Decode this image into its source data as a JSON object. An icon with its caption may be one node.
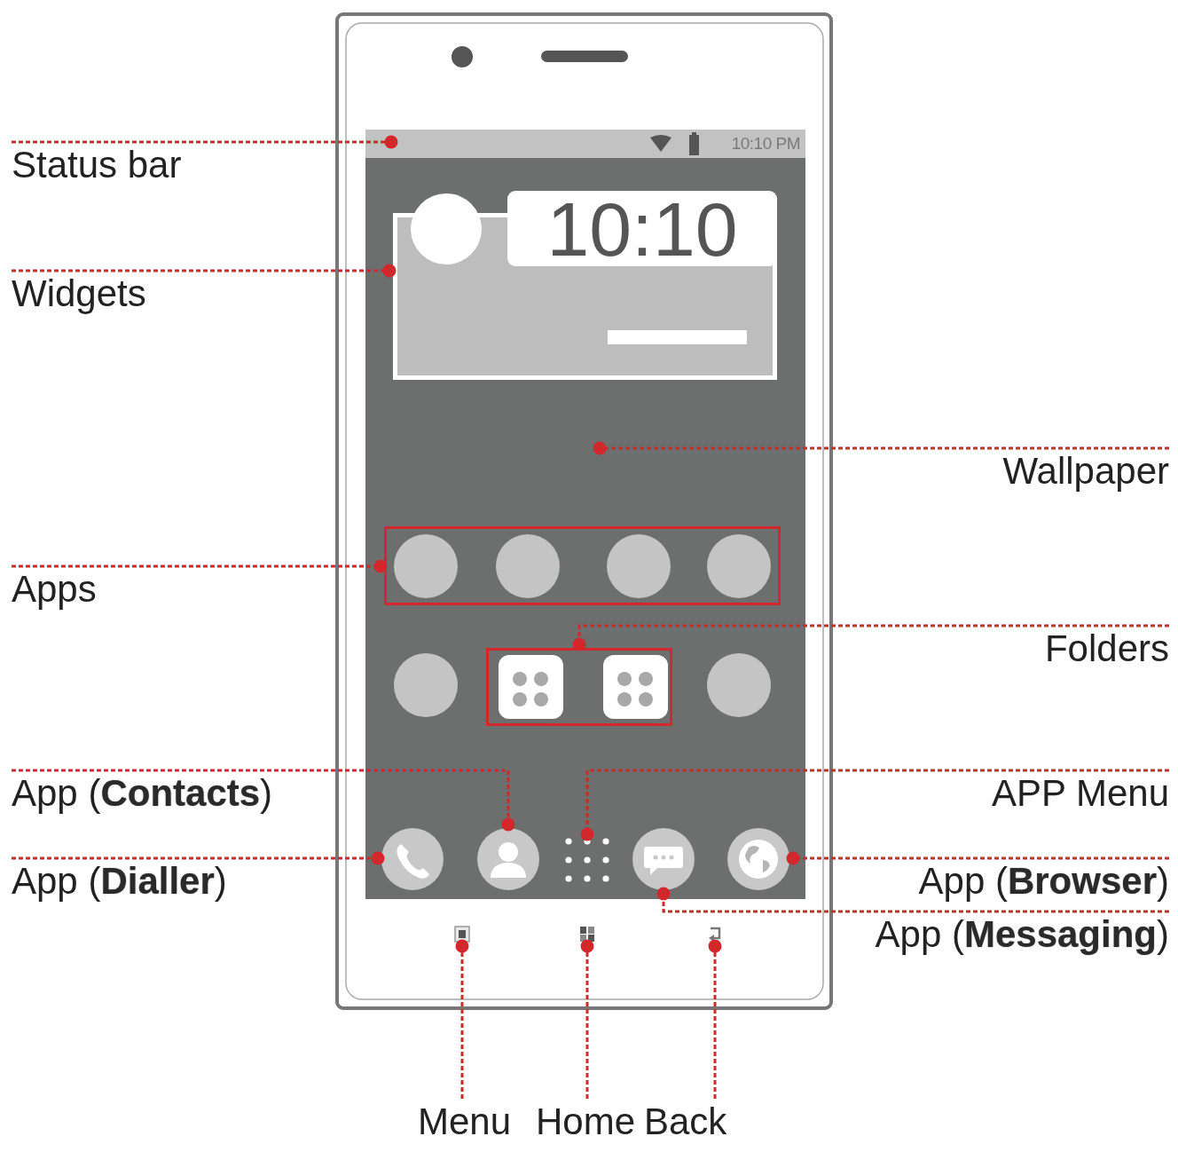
{
  "diagram": {
    "nodes": [
      {
        "text": [
          "Status bar"
        ]
      },
      {
        "text": [
          "Widgets"
        ]
      },
      {
        "text": [
          "Wallpaper"
        ]
      },
      {
        "text": [
          "Apps"
        ]
      },
      {
        "text": [
          "Folders"
        ]
      },
      {
        "text": [
          "App (**Contacts**)"
        ]
      },
      {
        "text": [
          "APP Menu"
        ]
      },
      {
        "text": [
          "App (**Dialler**)"
        ]
      },
      {
        "text": [
          "App (**Browser**)"
        ]
      },
      {
        "text": [
          "App (**Messaging**)"
        ]
      },
      {
        "text": [
          "Menu"
        ]
      },
      {
        "text": [
          "Home"
        ]
      },
      {
        "text": [
          "Back"
        ]
      },
      {
        "text": [],
        "shape": "box"
      },
      {
        "text": [
          "10:10 PM"
        ],
        "in": 13
      },
      {
        "text": [
          "10:10"
        ],
        "in": 13
      },
      {
        "text": [],
        "shape": "box",
        "in": 13
      },
      {
        "text": [],
        "shape": "box",
        "in": 13
      },
      {
        "text": [],
        "shape": "circle",
        "in": 13
      },
      {
        "text": [],
        "shape": "circle",
        "in": 13
      },
      {
        "text": [],
        "shape": "picture",
        "in": 13
      },
      {
        "text": [],
        "shape": "circle",
        "in": 13
      },
      {
        "text": [],
        "shape": "circle",
        "in": 13
      },
      {
        "text": [],
        "shape": "picture"
      },
      {
        "text": [],
        "shape": "picture"
      },
      {
        "text": [],
        "shape": "picture"
      }
    ],
    "edges": [
      {
        "from": 0,
        "to": 14,
        "arrow": "other"
      },
      {
        "from": 1,
        "to": 15,
        "arrow": "other"
      },
      {
        "from": 2,
        "to": 13,
        "arrow": "other"
      },
      {
        "from": 3,
        "to": 16,
        "arrow": "other"
      },
      {
        "from": 4,
        "to": 17,
        "arrow": "other"
      },
      {
        "from": 5,
        "to": 19,
        "arrow": "other"
      },
      {
        "from": 6,
        "to": 20,
        "arrow": "other"
      },
      {
        "from": 7,
        "to": 18,
        "arrow": "other"
      },
      {
        "from": 8,
        "to": 22,
        "arrow": "other"
      },
      {
        "from": 9,
        "to": 21,
        "arrow": "other"
      },
      {
        "from": 10,
        "to": 23,
        "arrow": "other"
      },
      {
        "from": 11,
        "to": 24,
        "arrow": "other"
      },
      {
        "from": 12,
        "to": 25,
        "arrow": "other"
      }
    ]
  }
}
